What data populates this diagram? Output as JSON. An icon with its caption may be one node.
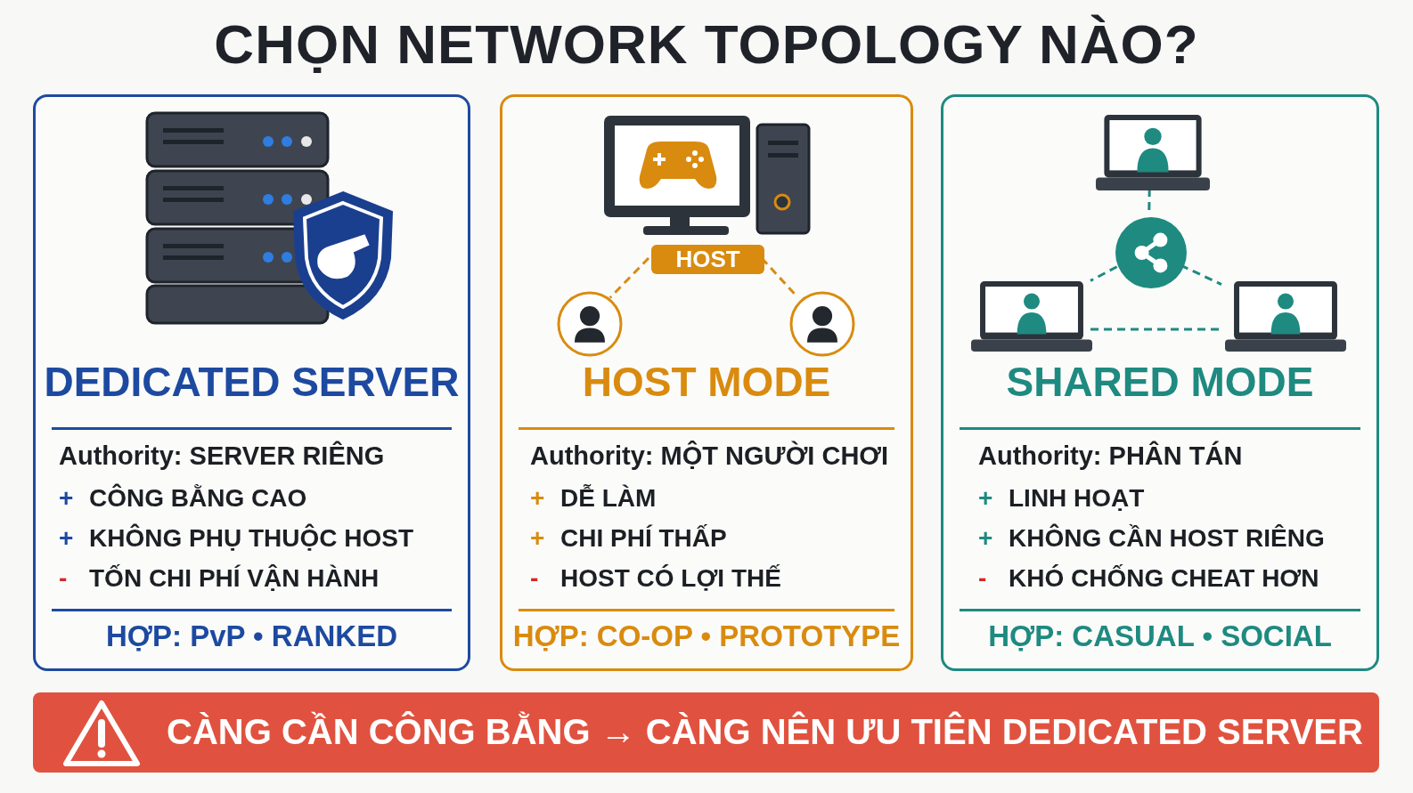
{
  "diagram": {
    "title": "CHỌN NETWORK TOPOLOGY NÀO?",
    "nodes": [
      {
        "text": [
          "DEDICATED SERVER",
          "Authority:  SERVER RIÊNG",
          "+ CÔNG BẰNG CAO",
          "+ KHÔNG PHỤ THUỘC HOST",
          "- TỐN CHI PHÍ VẬN HÀNH",
          "HỢP: PvP • RANKED"
        ]
      },
      {
        "text": [
          "HOST MODE",
          "Authority: MỘT NGƯỜI CHƠI",
          "+ DỄ LÀM",
          "+ CHI PHÍ THẤP",
          "- HOST CÓ LỢI THẾ",
          "HỢP: CO-OP • PROTOTYPE"
        ]
      },
      {
        "text": [
          "HOST"
        ],
        "in": 1
      },
      {
        "text": [],
        "shape": "circle",
        "in": 1
      },
      {
        "text": [],
        "shape": "circle",
        "in": 1
      },
      {
        "text": [
          "SHARED MODE",
          "Authority: PHÂN TÁN",
          "+ LINH HOẠT",
          "+ KHÔNG CẦN HOST RIÊNG",
          "- KHÓ CHỐNG CHEAT HƠN",
          "HỢP: CASUAL • SOCIAL"
        ]
      },
      {
        "text": [],
        "shape": "laptop",
        "in": 5
      },
      {
        "text": [],
        "shape": "circle",
        "in": 5
      },
      {
        "text": [],
        "shape": "laptop",
        "in": 5
      },
      {
        "text": [],
        "shape": "laptop",
        "in": 5
      },
      {
        "text": [
          "CÀNG CẦN CÔNG BẰNG → CÀNG NÊN ƯU TIÊN DEDICATED SERVER"
        ]
      }
    ],
    "edges": [
      {
        "from": 2,
        "to": 3,
        "arrow": "none",
        "style": "dashed",
        "color": "#d98b0f"
      },
      {
        "from": 2,
        "to": 4,
        "arrow": "none",
        "style": "dashed",
        "color": "#d98b0f"
      },
      {
        "from": 6,
        "to": 7,
        "arrow": "none",
        "style": "dashed",
        "color": "#1e8a80"
      },
      {
        "from": 7,
        "to": 8,
        "arrow": "none",
        "style": "dashed",
        "color": "#1e8a80"
      },
      {
        "from": 7,
        "to": 9,
        "arrow": "none",
        "style": "dashed",
        "color": "#1e8a80"
      },
      {
        "from": 8,
        "to": 9,
        "arrow": "none",
        "style": "dashed",
        "color": "#1e8a80"
      }
    ]
  }
}
